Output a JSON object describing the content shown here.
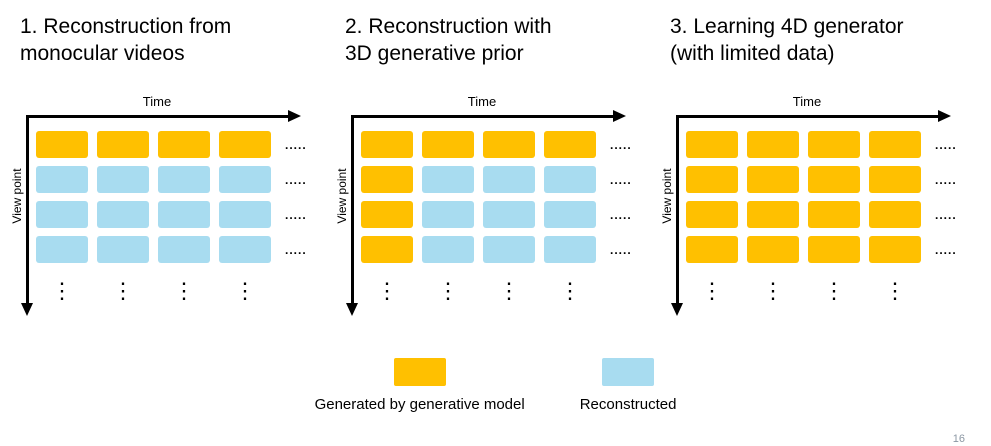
{
  "page_number": "16",
  "colors": {
    "generated": "#FFC000",
    "reconstructed": "#A8DCF0",
    "axis": "#000000"
  },
  "axes": {
    "x_label": "Time",
    "y_label": "View point",
    "row_ellipsis": ".....",
    "column_ellipsis": "⋮"
  },
  "panels": [
    {
      "title": "1. Reconstruction from\nmonocular videos",
      "grid": [
        [
          "generated",
          "generated",
          "generated",
          "generated"
        ],
        [
          "reconstructed",
          "reconstructed",
          "reconstructed",
          "reconstructed"
        ],
        [
          "reconstructed",
          "reconstructed",
          "reconstructed",
          "reconstructed"
        ],
        [
          "reconstructed",
          "reconstructed",
          "reconstructed",
          "reconstructed"
        ]
      ]
    },
    {
      "title": "2. Reconstruction with\n3D generative prior",
      "grid": [
        [
          "generated",
          "generated",
          "generated",
          "generated"
        ],
        [
          "generated",
          "reconstructed",
          "reconstructed",
          "reconstructed"
        ],
        [
          "generated",
          "reconstructed",
          "reconstructed",
          "reconstructed"
        ],
        [
          "generated",
          "reconstructed",
          "reconstructed",
          "reconstructed"
        ]
      ]
    },
    {
      "title": "3. Learning 4D generator\n(with limited data)",
      "grid": [
        [
          "generated",
          "generated",
          "generated",
          "generated"
        ],
        [
          "generated",
          "generated",
          "generated",
          "generated"
        ],
        [
          "generated",
          "generated",
          "generated",
          "generated"
        ],
        [
          "generated",
          "generated",
          "generated",
          "generated"
        ]
      ]
    }
  ],
  "legend": [
    {
      "key": "generated",
      "label": "Generated by generative model"
    },
    {
      "key": "reconstructed",
      "label": "Reconstructed"
    }
  ]
}
